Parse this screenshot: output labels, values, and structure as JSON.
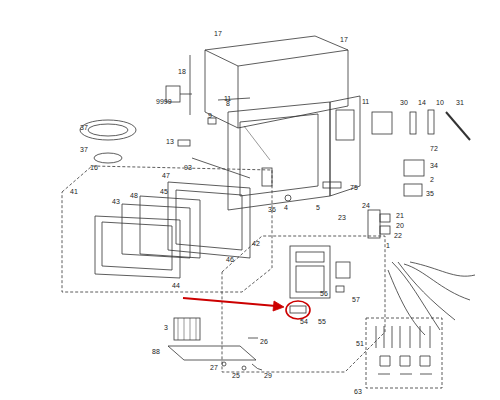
{
  "diagram": {
    "labels": [
      "17",
      "17",
      "18",
      "11",
      "9999",
      "9",
      "8",
      "11",
      "30",
      "14",
      "10",
      "31",
      "37",
      "37",
      "16",
      "13",
      "93",
      "47",
      "45",
      "41",
      "48",
      "43",
      "44",
      "42",
      "46",
      "36",
      "4",
      "75",
      "5",
      "72",
      "34",
      "2",
      "35",
      "24",
      "23",
      "21",
      "20",
      "22",
      "1",
      "57",
      "56",
      "55",
      "54",
      "51",
      "63",
      "3",
      "88",
      "27",
      "25",
      "26",
      "29"
    ]
  }
}
